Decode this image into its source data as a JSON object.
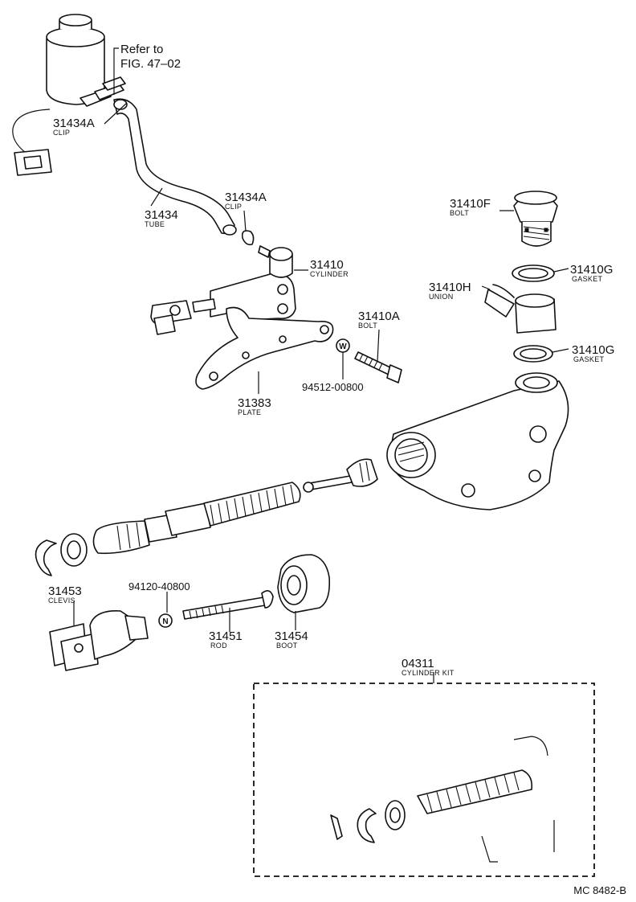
{
  "reference": {
    "line1": "Refer to",
    "line2": "FIG. 47–02"
  },
  "labels": {
    "clip_left": {
      "number": "31434A",
      "name": "CLIP"
    },
    "tube": {
      "number": "31434",
      "name": "TUBE"
    },
    "clip_right": {
      "number": "31434A",
      "name": "CLIP"
    },
    "cylinder": {
      "number": "31410",
      "name": "CYLINDER"
    },
    "plate": {
      "number": "31383",
      "name": "PLATE"
    },
    "washer": {
      "number": "94512-00800",
      "name": ""
    },
    "bolt_plate": {
      "number": "31410A",
      "name": "BOLT"
    },
    "bolt_union": {
      "number": "31410F",
      "name": "BOLT"
    },
    "gasket_top": {
      "number": "31410G",
      "name": "GASKET"
    },
    "union": {
      "number": "31410H",
      "name": "UNION"
    },
    "gasket_bottom": {
      "number": "31410G",
      "name": "GASKET"
    },
    "clevis": {
      "number": "31453",
      "name": "CLEVIS"
    },
    "nut": {
      "number": "94120-40800",
      "name": ""
    },
    "rod": {
      "number": "31451",
      "name": "ROD"
    },
    "boot": {
      "number": "31454",
      "name": "BOOT"
    },
    "kit": {
      "number": "04311",
      "name": "CYLINDER KIT"
    }
  },
  "symbols": {
    "washer_letter": "W",
    "nut_letter": "N"
  },
  "figure_code": "MC 8482-B"
}
